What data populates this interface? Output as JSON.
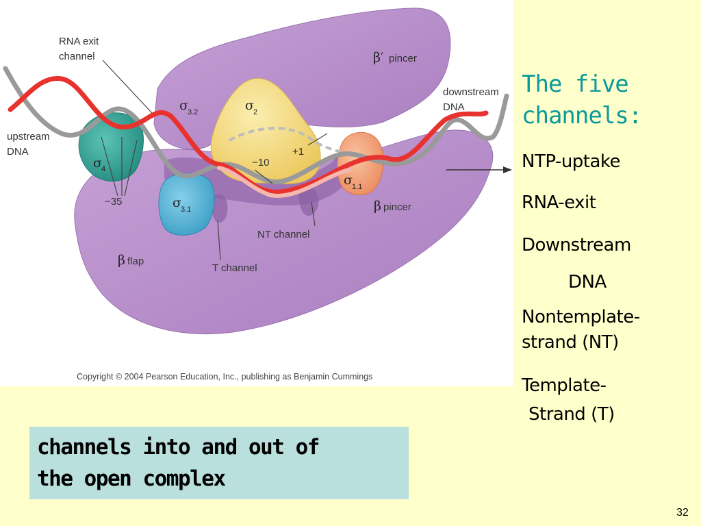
{
  "figure": {
    "labels": {
      "rna_exit_channel_line1": "RNA exit",
      "rna_exit_channel_line2": "channel",
      "beta_prime_pincer_symbol": "β′",
      "beta_prime_pincer_text": "pincer",
      "downstream_dna_line1": "downstream",
      "downstream_dna_line2": "DNA",
      "upstream_dna_line1": "upstream",
      "upstream_dna_line2": "DNA",
      "sigma_symbol": "σ",
      "sigma4_sub": "4",
      "sigma32_sub": "3.2",
      "sigma2_sub": "2",
      "sigma31_sub": "3.1",
      "sigma11_sub": "1.1",
      "minus35": "−35",
      "minus10": "−10",
      "plus1": "+1",
      "beta_pincer_symbol": "β",
      "beta_pincer_text": "pincer",
      "nt_channel": "NT channel",
      "beta_flap_symbol": "β",
      "beta_flap_text": "flap",
      "t_channel": "T channel"
    },
    "copyright": "Copyright © 2004 Pearson Education, Inc., publishing as Benjamin Cummings"
  },
  "side": {
    "title_line1": "The five",
    "title_line2": "channels:",
    "items": {
      "ntp": "NTP-uptake",
      "rna": "RNA-exit",
      "downstream1": "Downstream",
      "downstream2": "DNA",
      "nontemplate1": "Nontemplate-",
      "nontemplate2": "strand (NT)",
      "template1": "Template-",
      "template2": "Strand (T)"
    }
  },
  "caption": {
    "line1": "channels into and out of",
    "line2": "the open complex"
  },
  "slide_number": "32",
  "colors": {
    "background": "#ffffcc",
    "title": "#0a9a9a",
    "caption_box": "#b9e0dd",
    "polymerase": "#b88cc8",
    "sigma_yellow": "#f5dc7a",
    "sigma_teal": "#3aa89c",
    "sigma_blue": "#5bb6d8",
    "sigma_orange": "#f3a27a",
    "dna_red": "#e8322e",
    "dna_gray": "#9a9a9a"
  }
}
